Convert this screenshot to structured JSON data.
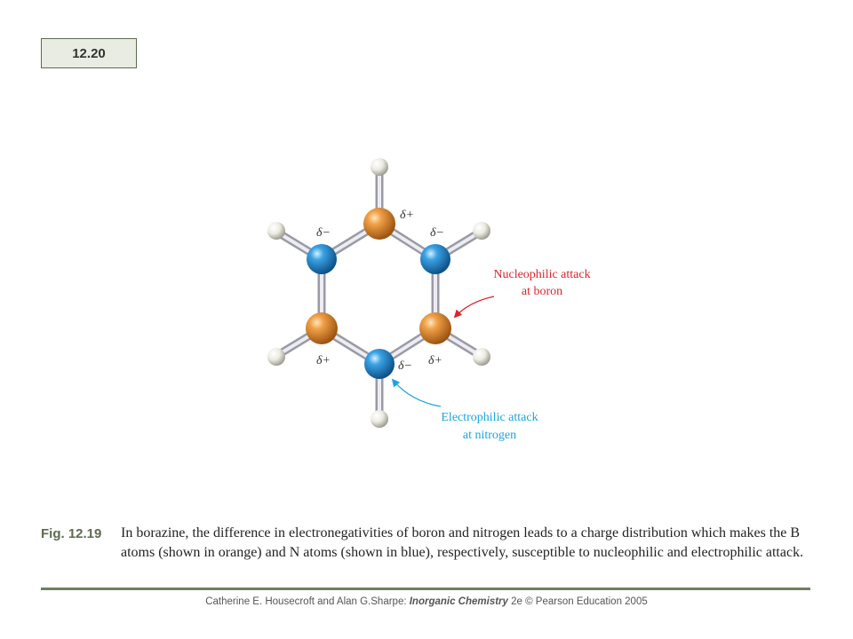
{
  "slide_label": "12.20",
  "diagram": {
    "charges": {
      "boron_top": "δ+",
      "nitrogen_upper_left": "δ−",
      "nitrogen_upper_right": "δ−",
      "boron_lower_left": "δ+",
      "nitrogen_bottom": "δ−",
      "boron_lower_right": "δ+"
    },
    "nucleophilic_label_line1": "Nucleophilic attack",
    "nucleophilic_label_line2": "at boron",
    "electrophilic_label_line1": "Electrophilic attack",
    "electrophilic_label_line2": "at nitrogen",
    "colors": {
      "boron": "#e08a2c",
      "nitrogen": "#2a8fd0",
      "hydrogen": "#f2f2ea",
      "nucleophilic_text": "#d9252b",
      "electrophilic_text": "#1aa6dc"
    }
  },
  "caption": {
    "label": "Fig. 12.19",
    "text": "In borazine, the difference in electronegativities of boron and nitrogen leads to a charge distribution which makes the B atoms (shown in orange) and N atoms (shown in blue), respectively, susceptible to nucleophilic and electrophilic attack."
  },
  "credit": {
    "authors": "Catherine E. Housecroft and Alan G.Sharpe: ",
    "book_title": "Inorganic Chemistry",
    "rest": " 2e © Pearson Education 2005"
  }
}
